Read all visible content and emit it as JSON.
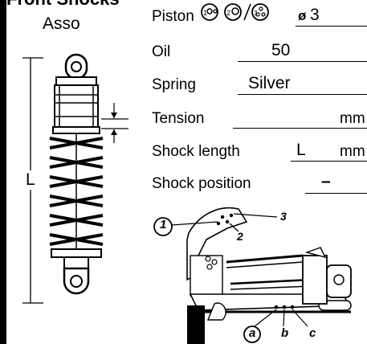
{
  "header": {
    "title": "Front Shocks",
    "subtitle": "Asso"
  },
  "diagram": {
    "dimension_label": "L"
  },
  "settings": [
    {
      "label": "Piston",
      "value": "3",
      "prefix": "ø"
    },
    {
      "label": "Oil",
      "value": "50"
    },
    {
      "label": "Spring",
      "value": "Silver"
    },
    {
      "label": "Tension",
      "value": "",
      "unit": "mm"
    },
    {
      "label": "Shock length",
      "value": "L",
      "unit": "mm"
    },
    {
      "label": "Shock position",
      "value": "–"
    }
  ],
  "mount_diagram": {
    "upper_positions": [
      "1",
      "2",
      "3"
    ],
    "lower_positions": [
      "a",
      "b",
      "c"
    ]
  }
}
